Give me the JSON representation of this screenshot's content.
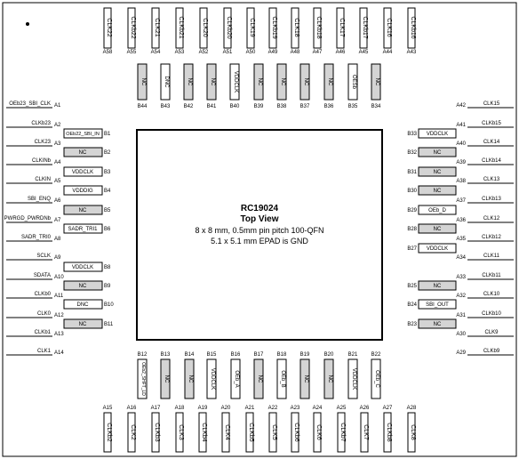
{
  "chip": {
    "part_number": "RC19024",
    "view": "Top View",
    "package": "8 x 8 mm, 0.5mm pin pitch 100-QFN",
    "epad": "5.1  x 5.1 mm EPAD is GND"
  },
  "colors": {
    "nc_fill": "#d4d4d4",
    "outline": "#000000",
    "background": "#ffffff"
  },
  "top_outer": [
    {
      "pin": "A58",
      "name": "CLK22"
    },
    {
      "pin": "A55",
      "name": "CLKb22"
    },
    {
      "pin": "A54",
      "name": "CLK21"
    },
    {
      "pin": "A53",
      "name": "CLKb21"
    },
    {
      "pin": "A52",
      "name": "CLK20"
    },
    {
      "pin": "A51",
      "name": "CLKb20"
    },
    {
      "pin": "A50",
      "name": "CLK19"
    },
    {
      "pin": "A49",
      "name": "CLKb19"
    },
    {
      "pin": "A48",
      "name": "CLK18"
    },
    {
      "pin": "A47",
      "name": "CLKb18"
    },
    {
      "pin": "A46",
      "name": "CLK17"
    },
    {
      "pin": "A45",
      "name": "CLKb17"
    },
    {
      "pin": "A44",
      "name": "CLK16"
    },
    {
      "pin": "A43",
      "name": "CLKb16"
    }
  ],
  "top_inner": [
    {
      "pin": "B44",
      "name": "NC",
      "nc": true
    },
    {
      "pin": "B43",
      "name": "DNC",
      "nc": false
    },
    {
      "pin": "B42",
      "name": "NC",
      "nc": true
    },
    {
      "pin": "B41",
      "name": "NC",
      "nc": true
    },
    {
      "pin": "B40",
      "name": "VDDCLK",
      "nc": false
    },
    {
      "pin": "B39",
      "name": "NC",
      "nc": true
    },
    {
      "pin": "B38",
      "name": "NC",
      "nc": true
    },
    {
      "pin": "B37",
      "name": "NC",
      "nc": true
    },
    {
      "pin": "B36",
      "name": "NC",
      "nc": true
    },
    {
      "pin": "B35",
      "name": "OESb",
      "nc": false
    },
    {
      "pin": "B34",
      "name": "NC",
      "nc": true
    }
  ],
  "left_outer": [
    {
      "pin": "A1",
      "name": "OEb23_SBI_CLK"
    },
    {
      "pin": "A2",
      "name": "CLKb23"
    },
    {
      "pin": "A3",
      "name": "CLK23"
    },
    {
      "pin": "A4",
      "name": "CLKINb"
    },
    {
      "pin": "A5",
      "name": "CLKIN"
    },
    {
      "pin": "A6",
      "name": "SBI_ENQ"
    },
    {
      "pin": "A7",
      "name": "PWRGD_PWRDNb"
    },
    {
      "pin": "A8",
      "name": "SADR_TRI0"
    },
    {
      "pin": "A9",
      "name": "SCLK"
    },
    {
      "pin": "A10",
      "name": "SDATA"
    },
    {
      "pin": "A11",
      "name": "CLKb0"
    },
    {
      "pin": "A12",
      "name": "CLK0"
    },
    {
      "pin": "A13",
      "name": "CLKb1"
    },
    {
      "pin": "A14",
      "name": "CLK1"
    }
  ],
  "left_inner": [
    {
      "pin": "B1",
      "name": "OEb22_SBI_IN",
      "nc": false
    },
    {
      "pin": "B2",
      "name": "NC",
      "nc": true
    },
    {
      "pin": "B3",
      "name": "VDDCLK",
      "nc": false
    },
    {
      "pin": "B4",
      "name": "VDDDIG",
      "nc": false
    },
    {
      "pin": "B5",
      "name": "NC",
      "nc": true
    },
    {
      "pin": "B6",
      "name": "SADR_TRI1",
      "nc": false
    },
    {
      "pin": "B8",
      "name": "VDDCLK",
      "nc": false
    },
    {
      "pin": "B9",
      "name": "NC",
      "nc": true
    },
    {
      "pin": "B10",
      "name": "DNC",
      "nc": false
    },
    {
      "pin": "B11",
      "name": "NC",
      "nc": true
    }
  ],
  "right_outer": [
    {
      "pin": "A42",
      "name": "CLK15"
    },
    {
      "pin": "A41",
      "name": "CLKb15"
    },
    {
      "pin": "A40",
      "name": "CLK14"
    },
    {
      "pin": "A39",
      "name": "CLKb14"
    },
    {
      "pin": "A38",
      "name": "CLK13"
    },
    {
      "pin": "A37",
      "name": "CLKb13"
    },
    {
      "pin": "A36",
      "name": "CLK12"
    },
    {
      "pin": "A35",
      "name": "CLKb12"
    },
    {
      "pin": "A34",
      "name": "CLK11"
    },
    {
      "pin": "A33",
      "name": "CLKb11"
    },
    {
      "pin": "A32",
      "name": "CLK10"
    },
    {
      "pin": "A31",
      "name": "CLKb10"
    },
    {
      "pin": "A30",
      "name": "CLK9"
    },
    {
      "pin": "A29",
      "name": "CLKb9"
    }
  ],
  "right_inner": [
    {
      "pin": "B33",
      "name": "VDDCLK",
      "nc": false
    },
    {
      "pin": "B32",
      "name": "NC",
      "nc": true
    },
    {
      "pin": "B31",
      "name": "NC",
      "nc": true
    },
    {
      "pin": "B30",
      "name": "NC",
      "nc": true
    },
    {
      "pin": "B29",
      "name": "OEb_D",
      "nc": false
    },
    {
      "pin": "B28",
      "name": "NC",
      "nc": true
    },
    {
      "pin": "B27",
      "name": "VDDCLK",
      "nc": false
    },
    {
      "pin": "B25",
      "name": "NC",
      "nc": true
    },
    {
      "pin": "B24",
      "name": "SBI_OUT",
      "nc": false
    },
    {
      "pin": "B23",
      "name": "NC",
      "nc": true
    }
  ],
  "bottom_inner": [
    {
      "pin": "B12",
      "name": "OEb2_SHFT_LD",
      "nc": false
    },
    {
      "pin": "B13",
      "name": "NC",
      "nc": true
    },
    {
      "pin": "B14",
      "name": "NC",
      "nc": true
    },
    {
      "pin": "B15",
      "name": "VDDCLK",
      "nc": false
    },
    {
      "pin": "B16",
      "name": "OEb_A",
      "nc": false
    },
    {
      "pin": "B17",
      "name": "NC",
      "nc": true
    },
    {
      "pin": "B18",
      "name": "OEb_B",
      "nc": false
    },
    {
      "pin": "B19",
      "name": "NC",
      "nc": true
    },
    {
      "pin": "B20",
      "name": "NC",
      "nc": true
    },
    {
      "pin": "B21",
      "name": "VDDCLK",
      "nc": false
    },
    {
      "pin": "B22",
      "name": "OEb_C",
      "nc": false
    }
  ],
  "bottom_outer": [
    {
      "pin": "A15",
      "name": "CLKb2"
    },
    {
      "pin": "A16",
      "name": "CLK2"
    },
    {
      "pin": "A17",
      "name": "CLKb3"
    },
    {
      "pin": "A18",
      "name": "CLK3"
    },
    {
      "pin": "A19",
      "name": "CLKb4"
    },
    {
      "pin": "A20",
      "name": "CLK4"
    },
    {
      "pin": "A21",
      "name": "CLKb5"
    },
    {
      "pin": "A22",
      "name": "CLK5"
    },
    {
      "pin": "A23",
      "name": "CLKb6"
    },
    {
      "pin": "A24",
      "name": "CLK6"
    },
    {
      "pin": "A25",
      "name": "CLKb7"
    },
    {
      "pin": "A26",
      "name": "CLK7"
    },
    {
      "pin": "A27",
      "name": "CLKb8"
    },
    {
      "pin": "A28",
      "name": "CLK8"
    }
  ]
}
